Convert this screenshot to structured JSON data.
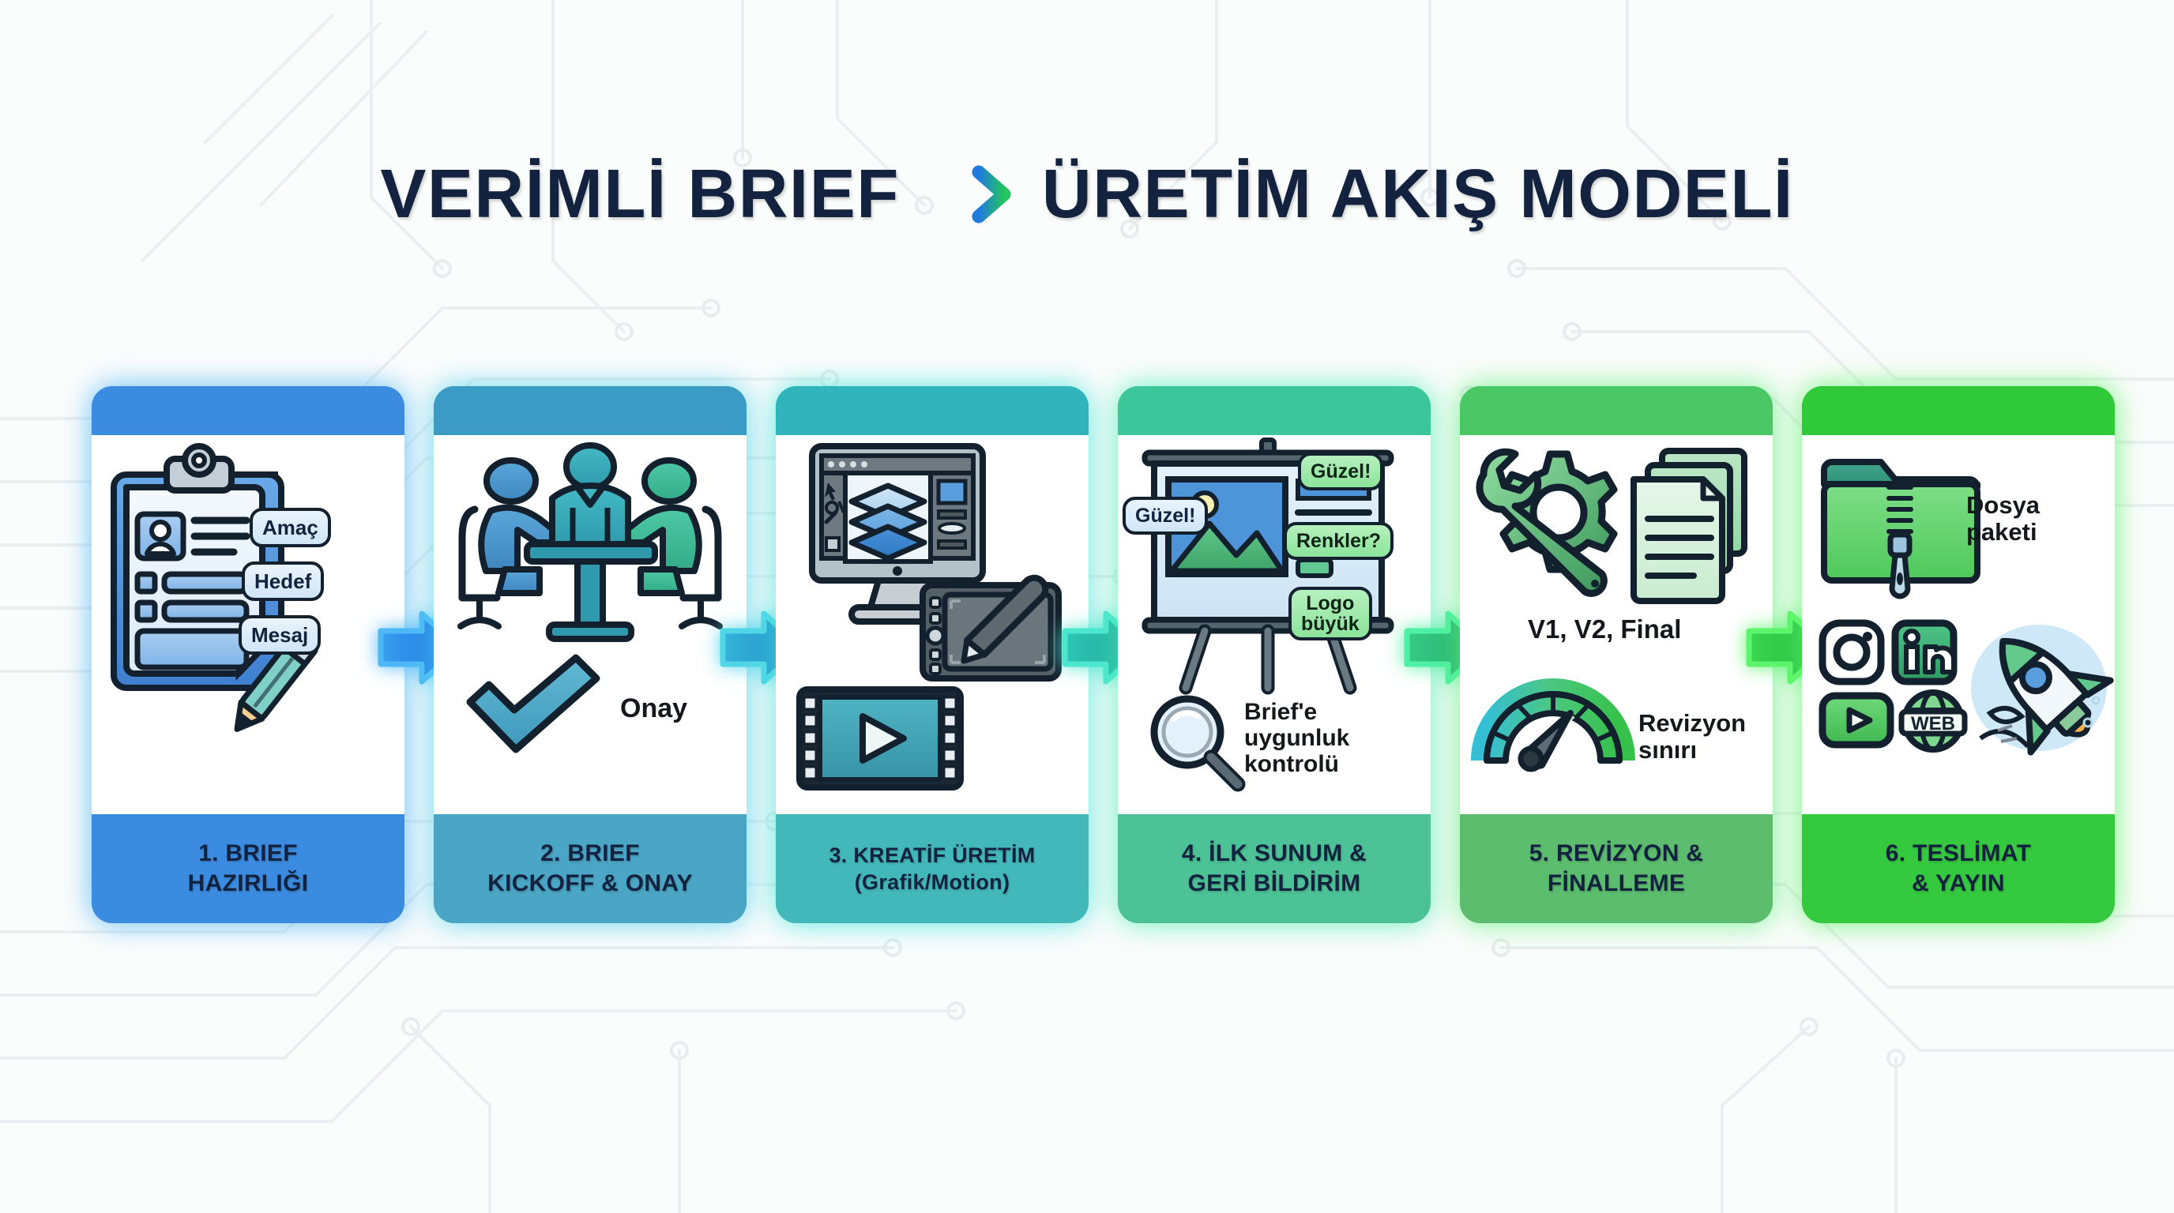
{
  "title": {
    "before_arrow": "VERİMLİ BRIEF",
    "after_arrow": "ÜRETİM AKIŞ MODELİ",
    "arrow_icon": "arrow-right-gradient"
  },
  "theme": {
    "background": "#fbfcfc",
    "title_color": "#13233f",
    "arrow_gradient_start": "#1f7ae0",
    "arrow_gradient_end": "#22c55e"
  },
  "connectors": [
    {
      "name": "arrow-1-2",
      "color_start": "#3aa0ee",
      "color_end": "#1769e0",
      "glow": "#4db8f5"
    },
    {
      "name": "arrow-2-3",
      "color_start": "#35b5d8",
      "color_end": "#1f86c9",
      "glow": "#51d6e8"
    },
    {
      "name": "arrow-3-4",
      "color_start": "#2fc6b4",
      "color_end": "#1fa39a",
      "glow": "#4ce6cf"
    },
    {
      "name": "arrow-4-5",
      "color_start": "#35cc86",
      "color_end": "#23a76a",
      "glow": "#4ef0a4"
    },
    {
      "name": "arrow-5-6",
      "color_start": "#3ad850",
      "color_end": "#22b23b",
      "glow": "#5cf56b"
    }
  ],
  "cards": [
    {
      "index": "1",
      "id": "brief-hazirligi",
      "header_color": "#3b8ce0",
      "footer_color": "#3b8ce0",
      "glow": "#49b6f7",
      "footer_lines": [
        "1. BRIEF",
        "HAZIRLIĞI"
      ],
      "bubbles": [
        "Amaç",
        "Hedef",
        "Mesaj"
      ],
      "icons": [
        "clipboard-icon",
        "pencil-icon",
        "avatar-icon"
      ]
    },
    {
      "index": "2",
      "id": "brief-kickoff-onay",
      "header_color": "#3b9bc4",
      "footer_color": "#4ba5c4",
      "glow": "#4fd2ee",
      "footer_lines": [
        "2. BRIEF",
        "KICKOFF & ONAY"
      ],
      "caption": "Onay",
      "icons": [
        "meeting-people-icon",
        "checkmark-icon"
      ]
    },
    {
      "index": "3",
      "id": "kreatif-uretim",
      "header_color": "#32b4bc",
      "footer_color": "#43b8ba",
      "glow": "#3fe5da",
      "footer_lines": [
        "3. KREATİF ÜRETİM",
        "(Grafik/Motion)"
      ],
      "icons": [
        "desktop-monitor-icon",
        "graphics-tablet-icon",
        "film-play-icon",
        "layers-icon"
      ]
    },
    {
      "index": "4",
      "id": "ilk-sunum-geri-bildirim",
      "header_color": "#3cc699",
      "footer_color": "#4cc296",
      "glow": "#4ef0b6",
      "footer_lines": [
        "4. İLK SUNUM &",
        "GERİ BİLDİRİM"
      ],
      "bubbles": [
        "Güzel!",
        "Güzel!",
        "Renkler?",
        "Logo büyük"
      ],
      "caption_lines": [
        "Brief'e",
        "uygunluk",
        "kontrolü"
      ],
      "icons": [
        "presentation-easel-icon",
        "magnifier-icon",
        "image-placeholder-icon"
      ]
    },
    {
      "index": "5",
      "id": "revizyon-finalleme",
      "header_color": "#4cc766",
      "footer_color": "#5cbd6e",
      "glow": "#5ef27a",
      "footer_lines": [
        "5. REVİZYON &",
        "FİNALLEME"
      ],
      "caption": "V1, V2, Final",
      "caption_lines": [
        "Revizyon",
        "sınırı"
      ],
      "icons": [
        "gear-wrench-icon",
        "documents-stack-icon",
        "gauge-icon"
      ]
    },
    {
      "index": "6",
      "id": "teslimat-yayin",
      "header_color": "#2fc93a",
      "footer_color": "#35c93f",
      "glow": "#63f56d",
      "footer_lines": [
        "6. TESLİMAT",
        "& YAYIN"
      ],
      "caption_lines": [
        "Dosya",
        "paketi"
      ],
      "social": [
        "instagram-icon",
        "linkedin-icon",
        "youtube-icon",
        "web-globe-icon"
      ],
      "web_label": "WEB",
      "icons": [
        "zip-folder-icon",
        "rocket-icon"
      ]
    }
  ]
}
